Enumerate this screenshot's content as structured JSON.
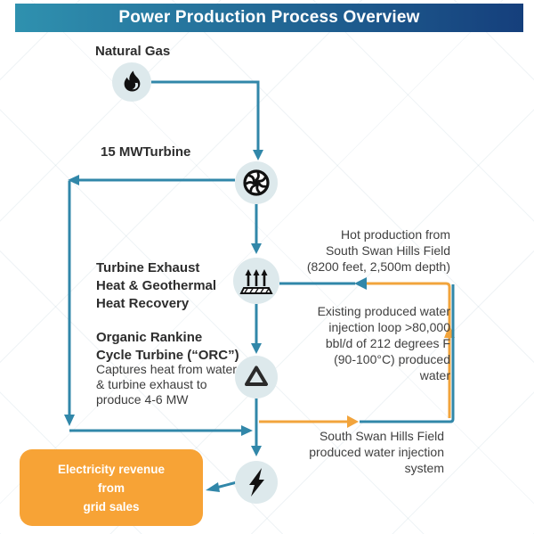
{
  "header": {
    "title": "Power Production Process Overview",
    "gradient_left": "#2F91AF",
    "gradient_right": "#153F7C"
  },
  "nodes": {
    "natural_gas": {
      "label": "Natural Gas",
      "icon": "flame-icon"
    },
    "turbine": {
      "label": "15 MWTurbine",
      "icon": "turbine-icon"
    },
    "heat_recovery": {
      "label": "Turbine Exhaust\nHeat & Geothermal\nHeat Recovery",
      "icon": "heat-icon"
    },
    "orc": {
      "title": "Organic Rankine\nCycle Turbine (“ORC”)",
      "description": "Captures heat from water\n& turbine exhaust to\nproduce 4-6 MW",
      "icon": "delta-icon"
    },
    "electricity": {
      "icon": "bolt-icon"
    }
  },
  "annotations": {
    "hot_production": "Hot production from\nSouth Swan Hills Field\n(8200 feet, 2,500m depth)",
    "injection_loop": "Existing produced water\ninjection loop >80,000\nbbl/d of 212 degrees F\n(90-100°C) produced\nwater",
    "injection_system": "South Swan Hills Field\nproduced water injection\nsystem"
  },
  "revenue_box": {
    "text": "Electricity revenue\nfrom\ngrid sales",
    "color": "#F7A336"
  },
  "colors": {
    "line_teal": "#3187A9",
    "line_orange": "#F2A43C",
    "node_fill": "#DDE9EC",
    "icon_black": "#111111"
  }
}
